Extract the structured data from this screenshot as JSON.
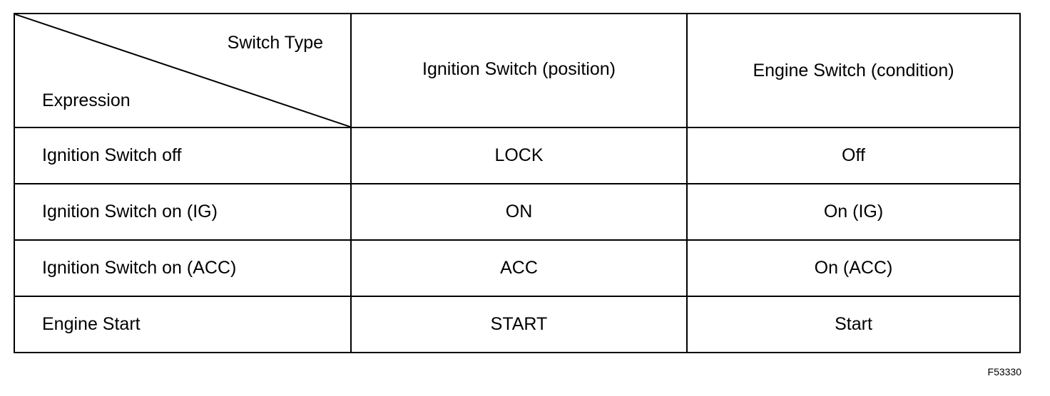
{
  "header": {
    "diagonal_top": "Switch Type",
    "diagonal_bottom": "Expression",
    "col2": "Ignition Switch (position)",
    "col3": "Engine Switch (condition)"
  },
  "rows": [
    {
      "expression": "Ignition Switch off",
      "ignition": "LOCK",
      "engine": "Off"
    },
    {
      "expression": "Ignition Switch on (IG)",
      "ignition": "ON",
      "engine": "On (IG)"
    },
    {
      "expression": "Ignition Switch on (ACC)",
      "ignition": "ACC",
      "engine": "On (ACC)"
    },
    {
      "expression": "Engine Start",
      "ignition": "START",
      "engine": "Start"
    }
  ],
  "figure_id": "F53330"
}
